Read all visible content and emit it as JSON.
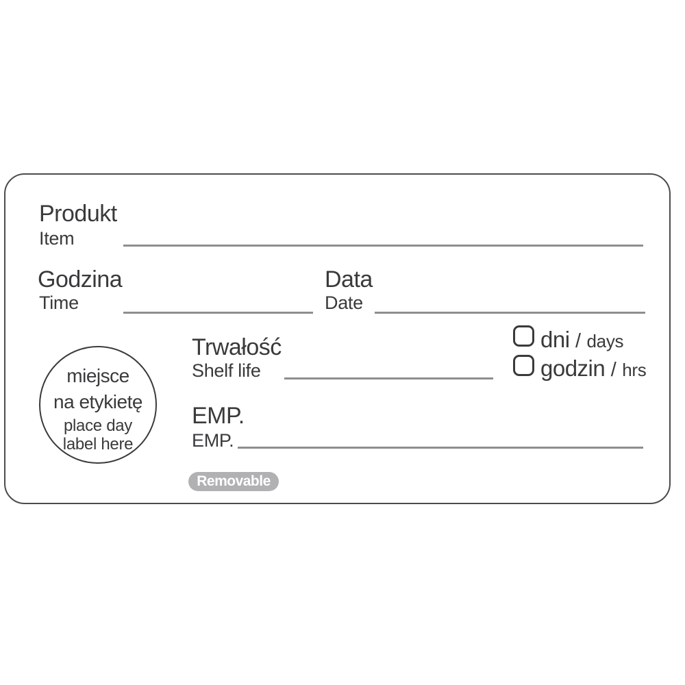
{
  "label": {
    "fields": {
      "product": {
        "pl": "Produkt",
        "en": "Item"
      },
      "time": {
        "pl": "Godzina",
        "en": "Time"
      },
      "date": {
        "pl": "Data",
        "en": "Date"
      },
      "shelf_life": {
        "pl": "Trwałość",
        "en": "Shelf life"
      },
      "employee": {
        "pl": "EMP.",
        "en": "EMP."
      }
    },
    "units": {
      "days": {
        "pl": "dni",
        "sep": "/",
        "en": "days"
      },
      "hours": {
        "pl": "godzin",
        "sep": "/",
        "en": "hrs"
      }
    },
    "day_label_circle": {
      "line1_pl": "miejsce",
      "line2_pl": "na etykietę",
      "line3_en": "place day",
      "line4_en": "label here"
    },
    "badge": {
      "text": "Removable"
    },
    "colors": {
      "text": "#3a3a3c",
      "write_line": "#8e8e90",
      "card_border": "#4b4b4d",
      "badge_bg": "#b1b1b3",
      "badge_fg": "#ffffff",
      "background": "#ffffff"
    }
  }
}
